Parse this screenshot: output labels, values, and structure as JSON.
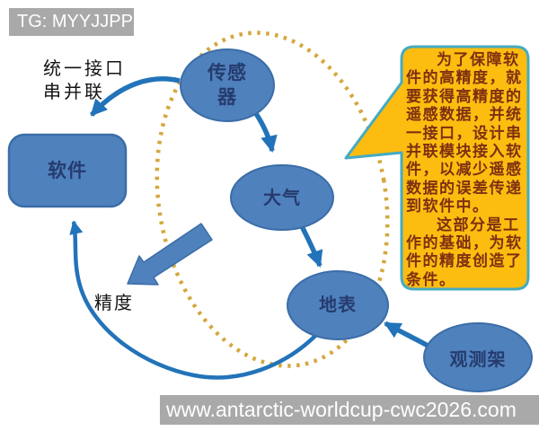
{
  "badge": {
    "text": "TG: MYYJJPP"
  },
  "annotations": {
    "interface_line1": "统一接口",
    "interface_line2": "串并联",
    "precision": "精度"
  },
  "nodes": {
    "software": "软件",
    "sensor": "传感器",
    "atmosphere": "大气",
    "surface": "地表",
    "observation_frame": "观测架"
  },
  "callout": {
    "paragraph1": "为了保障软件的高精度，就要获得高精度的遥感数据，并统一接口，设计串并联模块接入软件，以减少遥感数据的误差传递到软件中。",
    "paragraph2": "这部分是工作的基础，为软件的精度创造了条件。"
  },
  "watermark": {
    "text": "www.antarctic-worldcup-cwc2026.com"
  },
  "colors": {
    "node_fill": "#4f81bd",
    "node_border": "#3a6da8",
    "node_text": "#263b6e",
    "arrow_blue": "#2273b9",
    "dotted_ellipse_gold": "#d4a73d",
    "callout_fill": "#fcbd10",
    "callout_border": "#45abc2",
    "callout_text": "#7e3010",
    "badge_bg": "#a9a9a9",
    "watermark_bg": "#a6a6a6"
  }
}
